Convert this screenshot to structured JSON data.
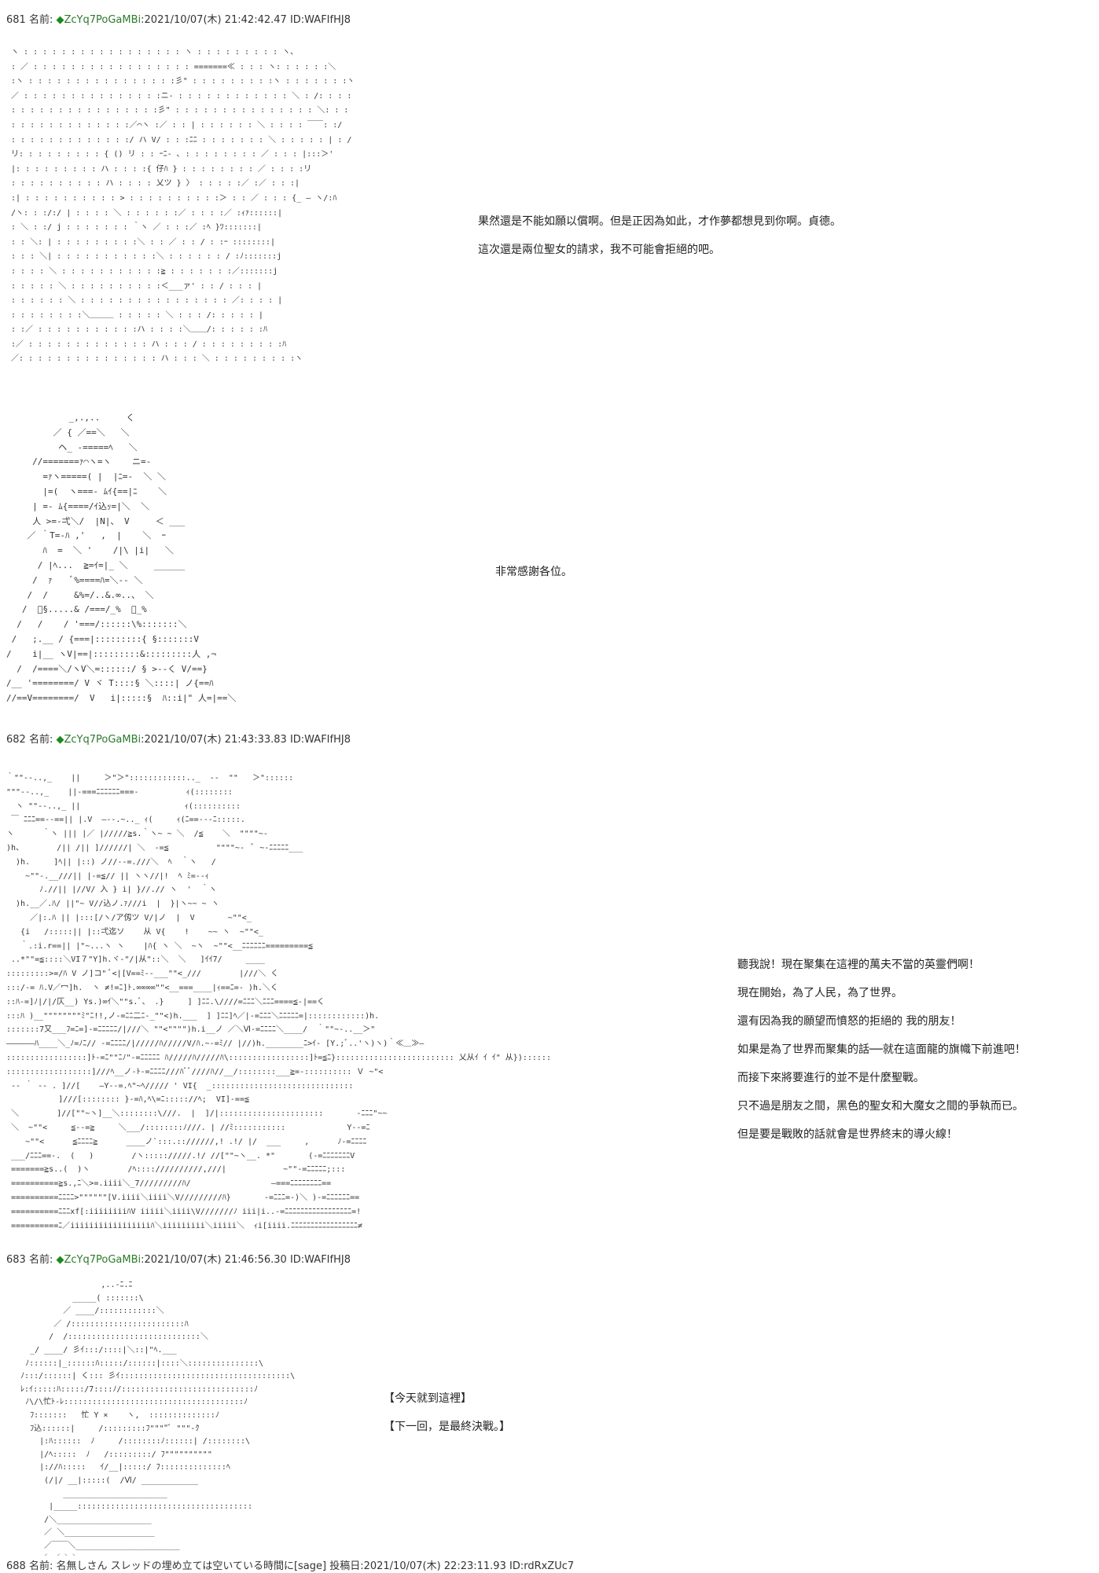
{
  "posts": [
    {
      "number": "681",
      "name_label": "名前:",
      "trip_mark": "◆",
      "trip": "ZcYq7PoGaMBi",
      "date": ":2021/10/07(木) 21:42:42.47",
      "id": "ID:WAFIfHJ8"
    },
    {
      "number": "682",
      "name_label": "名前:",
      "trip_mark": "◆",
      "trip": "ZcYq7PoGaMBi",
      "date": ":2021/10/07(木) 21:43:33.83",
      "id": "ID:WAFIfHJ8"
    },
    {
      "number": "683",
      "name_label": "名前:",
      "trip_mark": "◆",
      "trip": "ZcYq7PoGaMBi",
      "date": ":2021/10/07(木) 21:46:56.30",
      "id": "ID:WAFIfHJ8"
    }
  ],
  "footer_line": "688 名前: 名無しさん スレッドの埋め立ては空いている時間に[sage] 投稿日:2021/10/07(木) 22:23:11.93 ID:rdRxZUc7",
  "dialog_681a": [
    "果然還是不能如願以償啊。但是正因為如此，才作夢都想見到你啊。貞德。",
    "這次還是兩位聖女的請求，我不可能會拒絕的吧。"
  ],
  "dialog_681b": [
    "非常感謝各位。"
  ],
  "dialog_682": [
    "聽我說！現在聚集在這裡的萬夫不當的英靈們啊！",
    "現在開始，為了人民，為了世界。",
    "還有因為我的願望而憤怒的拒絕的 我的朋友！",
    "如果是為了世界而聚集的話──就在這面龍的旗幟下前進吧！",
    "而接下來將要進行的並不是什麼聖戰。",
    "只不過是朋友之間，黑色的聖女和大魔女之間的爭執而已。",
    "但是要是戰敗的話就會是世界終末的導火線！"
  ],
  "dialog_683": [
    "【今天就到這裡】",
    "【下一回，是最終決戰。】"
  ],
  "aa_1": " ヽ : : : : : : : : : : : : : : : : : ヽ : : : : : : : : : ヽ、\n : ／ : : : : : : : : : : : : : : : : : =======≪ : : : ヽ: : : : : :＼\n :ヽ : : : : : : : : : : : : : : : :彡\" : : : : : : : : :ヽ : : : : : : :ヽ\n ／ : : : : : : : : : : : : : : :ニ- : : : : : : : : : : : : ＼ : /: : : : : : |\n : : : : : : : : : : : : : : : :彡\" : : : : : : : : : : : : : : : ＼: : : : : : :〉\n : : : : : : : : : : : : :／⌒ヽ :／ : : | : : : : : : ＼ : : : : ￣￣: :/\n : : : : : : : : : : : : :/ ハ V/ : : :ﾆﾆ : : : : : : : ＼ : : : : : | : /\n リ: : : : : : : : : { () リ : : ｰﾆ- ､ : : : : : : : : ／ : : : |:::＞'\n |: : : : : : : : : ハ : : : :{ 仔ﾊ } : : : : : : : : ／ : : : :リ\n : : : : : : : : : : ハ : : : : 乂ツ } 〉 : : : : :／ :／ : : :|\n :| : : : : : : : : : : > : : : : : : : : : :＞ : : ／ : : : {_ ― ヽ/:ﾊ\n /ヽ: : :/:/ | : : : : ＼ : : : : : :／ : : : :／ :ｨｧ::::::|\n : ＼ : :/ j : : : : : : : ｀ヽ ／ : : :／ :ﾍ }ﾂ:::::::|\n : : ＼: | : : : : : : : : :＼ : : ／ : : / : :ｰ ::::::::|\n : : : ＼| : : : : : : : : : : :＼ : : : : : : / :ﾉ:::::::j\n : : : : ＼ : : : : : : : : : : :≧ : : : : : : :／:::::::j\n : : : : : ＼ : : : : : : : : : :＜___ァ' : : / : : : |\n : : : : : : ＼ : : : : : : : : : : : : : : : : ／: : : : |\n : : : : : : : :＼＿＿＿ : : : : : ＼ : : : /: : : : : |\n : :／ : : : : : : : : : : :ハ : : : :＼＿＿/: : : : : :ﾊ\n :／ : : : : : : : : : : : : : ハ : : : / : : : : : : : : :ﾊ\n ／: : : : : : : : : : : : : : : ハ : : : ＼ : : : : : : : : :ヽ",
  "aa_2": "            _,.,..     く\n         ／ { ／==＼   ＼\n          ヘ_ -=====ﾍ   ＼\n     //=======ｧ⌒ヽ=ヽ    ニ=-\n       =ｧヽ=====( |  |ﾆ=-  ＼ ＼\n       |=(  ヽ===- ﾑｲ{==|ﾆ    ＼\n     | =- ﾑ{====/ｲ込ｯ=|＼  ＼\n     人 >=-弌＼/  |N|、 V     ＜ ___\n    ／ ｀T=-ﾊ ,'   ,  |    ＼  ｰ\n       ﾊ  =  ＼ '    /|\\ |i|   ＼\n      / |ﾍ...  ≧=ｲ=|_ ＼     ______\n     /  ｧ    ﾞ%====ﾊ=＼-- ＼\n    /  /     &%=/..&.∞..、 ＼\n   /  ﾞ§.....& /===/_%  ＞_%\n  /   /    / '===/::::::\\%:::::::＼\n /   ;.__ / {===|:::::::::{ §:::::::V\n/    i|__ ヽV|==|:::::::::&:::::::::人 ,¬\n  /  /====＼/ヽV＼=::::::/ § >--く V/==}\n/__ '========/ V ヾ T::::§ ＼::::| ノ{==ﾊ\n//==V========/  V   i|:::::§  ﾊ::i|\" 人=|==＼",
  "aa_3": "｀\"\"--..,_    ||     ＞\"＞\"::::::::::::.._  --  \"\"   ＞\"::::::\n\"\"\"--..,_    ||-===ﾆﾆﾆﾆﾆﾆ===-          ｨ(::::::::\n  ヽ \"\"--..,_ ||                      ｨ(::::::::::\n ￣ ﾆﾆﾆ==--==|| |.V  ―--.~.._ ｨ(     ｨ(ﾆ==---ﾆ:::::.\nヽ      ｀ヽ ||| |／ |/////≧s.｀ヽ~ ~ ＼  /≦    ＼  \"\"\"\"~-\n)h、       /|| /|| ]//////| ＼  -=≦          \"\"\"\"~-  ﾟ ~-ﾆﾆﾆﾆﾆ___\n  )h.     ]ﾍ|| |::) ノ//--=.///＼  ﾍ  ｀ヽ   /\n    ~\"\"-.__///|| |-=≦// || ヽヽ//|!  ﾍ ﾐ=--ｨ\n       ﾉ.//|| |//V/ 入 } i| }//.// ヽ  '  ｀ヽ\n  )h.__／.ﾊ/ ||\"~ V//込ノ.ｧ///i  |  }|ヽ~~ ~ ヽ\n     ／|:.ﾊ || |:::[/ヽ/ア仭ツ V/|ノ  |  V       ~\"\"<_\n   {i   /:::::|| |::弌迄ソ    从 V{    !    ~~ ヽ  ~\"\"<_\n   ｀.:i.r==|| |\"~...ヽ ヽ    |ﾊ{ ヽ ＼  ~ヽ  ~\"\"<__ﾆﾆﾆﾆﾆﾆ=========≦\n ..*\"\"=≦::::＼VI７\"Y]h.ヾ-\"/|从\"::＼  ＼   ]ｲｲ7/     ____\n:::::::::>=/ﾊ V ノ]コ\" ﾞ<|[V==ﾐ--___\"\"<_///        |///＼ く\n:::/-= ﾊ.V／冖]h.  ヽ ≠!=ﾆ]ﾄ.∞∞∞∞\"\"<__===____|ｨ==ﾆ=- )h.＼く\n::ﾊ-=]ﾉ|/|/仄__) Ys.)∞ｲ＼\"\"s.ﾞ、 .}     ] ]ﾆﾆ.\\////=ﾆﾆﾆ＼ﾆﾆﾆ====≦-|==く\n:::ﾊ )__\"\"\"\"\"\"\"\"ﾐ\"ﾆ!!,ノ-=ﾆﾆ二ﾆ-_\"\"<)h.___  ] ]ﾆﾆ]ﾍ／|-=ﾆﾆﾆ＼ﾆﾆﾆﾆﾆ=|::::::::::::)h.\n:::::::7又___ﾌ=ﾆ=]-=ﾆﾆﾆﾆﾆ/|///＼ \"\"<\"\"\"\")h.i__ノ ／＼Ⅵ-=ﾆﾆﾆﾆ＼____/  ｀\"\"~-..__＞\"\n――――――ﾊ____＼_ﾉ=ﾉﾆ// -=ﾆﾆﾆﾆ/|/////ﾊ/////V/ﾊ.~-=ﾐ// |//)h.________ﾆ>ｲ- [Y.;ﾞ..'ヽ)ヽ)｀≪＿≫―\n:::::::::::::::::]ﾄ-=ﾆ\"\"ﾆﾉ\"-=ﾆﾆﾆﾆﾆ ﾊ/////ﾊ/////ﾊ\\:::::::::::::::::]ﾄ=≦ﾆ}::::::::::::::::::::::::: 乂从ｲ ｲ ｲ\" 从})::::::\n::::::::::::::::::]///ﾍ__ノ-ﾄ-=ﾆﾆﾆﾆ///ﾊﾞﾞ////ﾊ//__/::::::::___≧=-:::::::::: Ｖ ~\"<\n -- ｀ -- . ]//[    ―Y--=.ﾍ\"~ﾍ///// ' VI{  _::::::::::::::::::::::::::::::\n           ]///[:::::::: }-=ﾊ,ﾍ\\=ﾆ::::://ﾍ;  VI]-==≦\n ＼        ]//[\"\"~ヽ]__＼::::::::\\///.  |  ]/|::::::::::::::::::::::       -ﾆﾆﾆ\"~~\n ＼  ~\"\"<     ≦--=≧     ＼___/::::::::ﾉ///. | //ﾐ:::::::::::             Y--=ﾆ\n    ~\"\"<      ≦ﾆﾆﾆﾆ≧      ____ノ`:::.:://////,! .!/ |/  ___     ,      ﾉ-=ﾆﾆﾆﾆ\n ___/ﾆﾆﾆ==-.  (   )        /ヽ::::://///.!/ //[\"\"~ヽ__. *\"       (-=ﾆﾆﾆﾆﾆﾆﾆV\n =======≧s..(  )ヽ        /ﾍ:::://////////,///|            ~\"\"-=ﾆﾆﾆﾆﾆ;:::\n ==========≧s.,ﾆ＼>=.iiii＼_7/////////ﾊ/                 ―===ﾆﾆﾆﾆﾆﾆﾆﾆ==\n ==========ﾆﾆﾆﾆ>\"\"\"\"\"\"[V.iiii＼iiii＼V/////////ﾊ}       -=ﾆﾆﾆ=-)＼ )-=ﾆﾆﾆﾆﾆﾆ==\n ==========ﾆﾆﾆxf[:iiiiiiiiﾊV iiiii＼iiii\\V///////ﾉ iii|i..-=ﾆﾆﾆﾆﾆﾆﾆﾆﾆﾆﾆﾆﾆﾆﾆﾆﾆ=!\n ==========ﾆ／iiiiiiiiiiiiiiiiiﾊ＼iiiiiiiii＼iiiii＼  ｨi[iiii.ﾆﾆﾆﾆﾆﾆﾆﾆﾆﾆﾆﾆﾆﾆﾆﾆﾆ≠",
  "aa_4": "                    ,..-ﾆ.ﾆ\n              _____( :::::::\\\n            ／ ____/::::::::::::＼\n          ／ /::::::::::::::::::::::::ﾊ\n         /  /::::::::::::::::::::::::::::＼\n     _/ ____/ 彡ｲ:::/::::|＼::|\"ﾍ.___\n    ﾉ::::::|_::::::ﾊ:::::/::::::|::::＼:::::::::::::::\\\n   ﾉ:::/::::::| く::: 彡ｲ::::::::::::::::::::::::::::::::::::\\\n   ﾚ:ｲ:::::ﾊ:::::/7::::ﾉ/::::::::::::::::::::::::::::ﾉ\n    ﾉ\\/\\忙ﾄ-ﾚ::::::::::::::::::::::::::::::::::::::ﾉ\n     ﾌ:::::::   忙 Y ×    ヽ,  ::::::::::::::ﾉ\n     ﾌ込::::::|     /:::::::::ﾌ\"\"\"\"ﾞ \"\"\"-ｸ\n       |:ﾊ::::::  ﾉ     /::::::::ﾉ::::::| /::::::::\\\n       |/ﾍ:::::  ﾉ   /:::::::::/ ﾌ\"\"\"\"\"\"\"\"\"\"\n       |://ﾊ:::::   ｲ/__|:::::/ ﾌ::::::::::::::ﾍ\n        (/|/ __|:::::(  /Ⅵ/ ____________\n            ______________________\n         |_____:::::::::::::::::::::::::::::::::::::\n        /＼____________________\n        ／ ＼___________________\n        ／￣￣＼______________________\n       ／ ／ ＼＼_____________ _______________"
}
